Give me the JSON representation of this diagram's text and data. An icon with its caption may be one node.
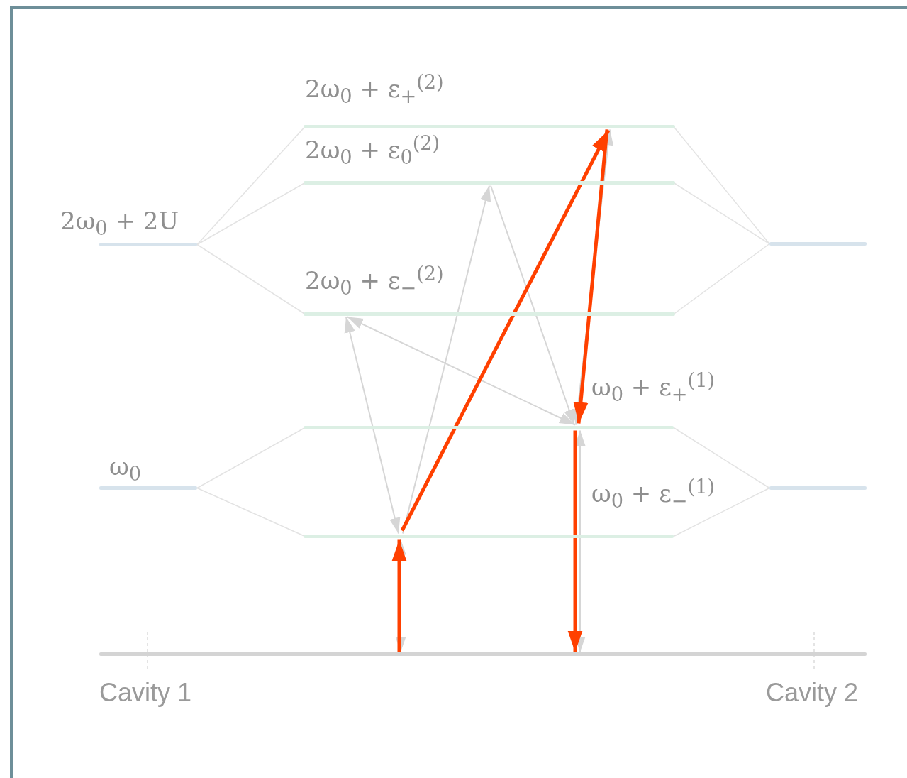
{
  "diagram": {
    "nodes": [
      {
        "text": [
          "2ω$_{0}$ + 2U"
        ]
      },
      {
        "text": [
          "ω$_{0}$"
        ]
      },
      {
        "text": [
          "2ω$_{0}$ + ε$_{+}$$^{(2)}$"
        ]
      },
      {
        "text": [
          "2ω$_{0}$ + ε$_{0}$$^{(2)}$"
        ]
      },
      {
        "text": [
          "2ω$_{0}$ + ε$_{−}$$^{(2)}$"
        ]
      },
      {
        "text": [
          "ω$_{0}$ + ε$_{+}$$^{(1)}$"
        ]
      },
      {
        "text": [
          "ω$_{0}$ + ε$_{−}$$^{(1)}$"
        ]
      },
      {
        "text": [],
        "shape": "bar"
      },
      {
        "text": [],
        "shape": "bar"
      },
      {
        "text": [],
        "shape": "bar"
      }
    ],
    "edges": [
      {
        "from": 0,
        "to": 2,
        "arrow": "none"
      },
      {
        "from": 0,
        "to": 3,
        "arrow": "none"
      },
      {
        "from": 0,
        "to": 4,
        "arrow": "none"
      },
      {
        "from": 1,
        "to": 5,
        "arrow": "none"
      },
      {
        "from": 1,
        "to": 6,
        "arrow": "none"
      },
      {
        "from": 2,
        "to": 7,
        "arrow": "none"
      },
      {
        "from": 3,
        "to": 7,
        "arrow": "none"
      },
      {
        "from": 4,
        "to": 7,
        "arrow": "none"
      },
      {
        "from": 5,
        "to": 8,
        "arrow": "none"
      },
      {
        "from": 6,
        "to": 8,
        "arrow": "none"
      },
      {
        "from": 9,
        "to": 6,
        "arrow": "both"
      },
      {
        "from": 6,
        "to": 4,
        "arrow": "both"
      },
      {
        "from": 6,
        "to": 3,
        "arrow": "to"
      },
      {
        "from": 3,
        "to": 5,
        "arrow": "to"
      },
      {
        "from": 4,
        "to": 5,
        "arrow": "both"
      },
      {
        "from": 5,
        "to": 2,
        "arrow": "both"
      },
      {
        "from": 9,
        "to": 5,
        "arrow": "both"
      },
      {
        "from": 9,
        "to": 6,
        "arrow": "to",
        "style": "thick",
        "color": "#ff4000"
      },
      {
        "from": 6,
        "to": 2,
        "arrow": "to",
        "style": "thick",
        "color": "#ff4000"
      },
      {
        "from": 2,
        "to": 5,
        "arrow": "to",
        "style": "thick",
        "color": "#ff4000"
      },
      {
        "from": 5,
        "to": 9,
        "arrow": "to",
        "style": "thick",
        "color": "#ff4000"
      }
    ],
    "labels": [
      "Cavity 1",
      "Cavity 2"
    ]
  }
}
